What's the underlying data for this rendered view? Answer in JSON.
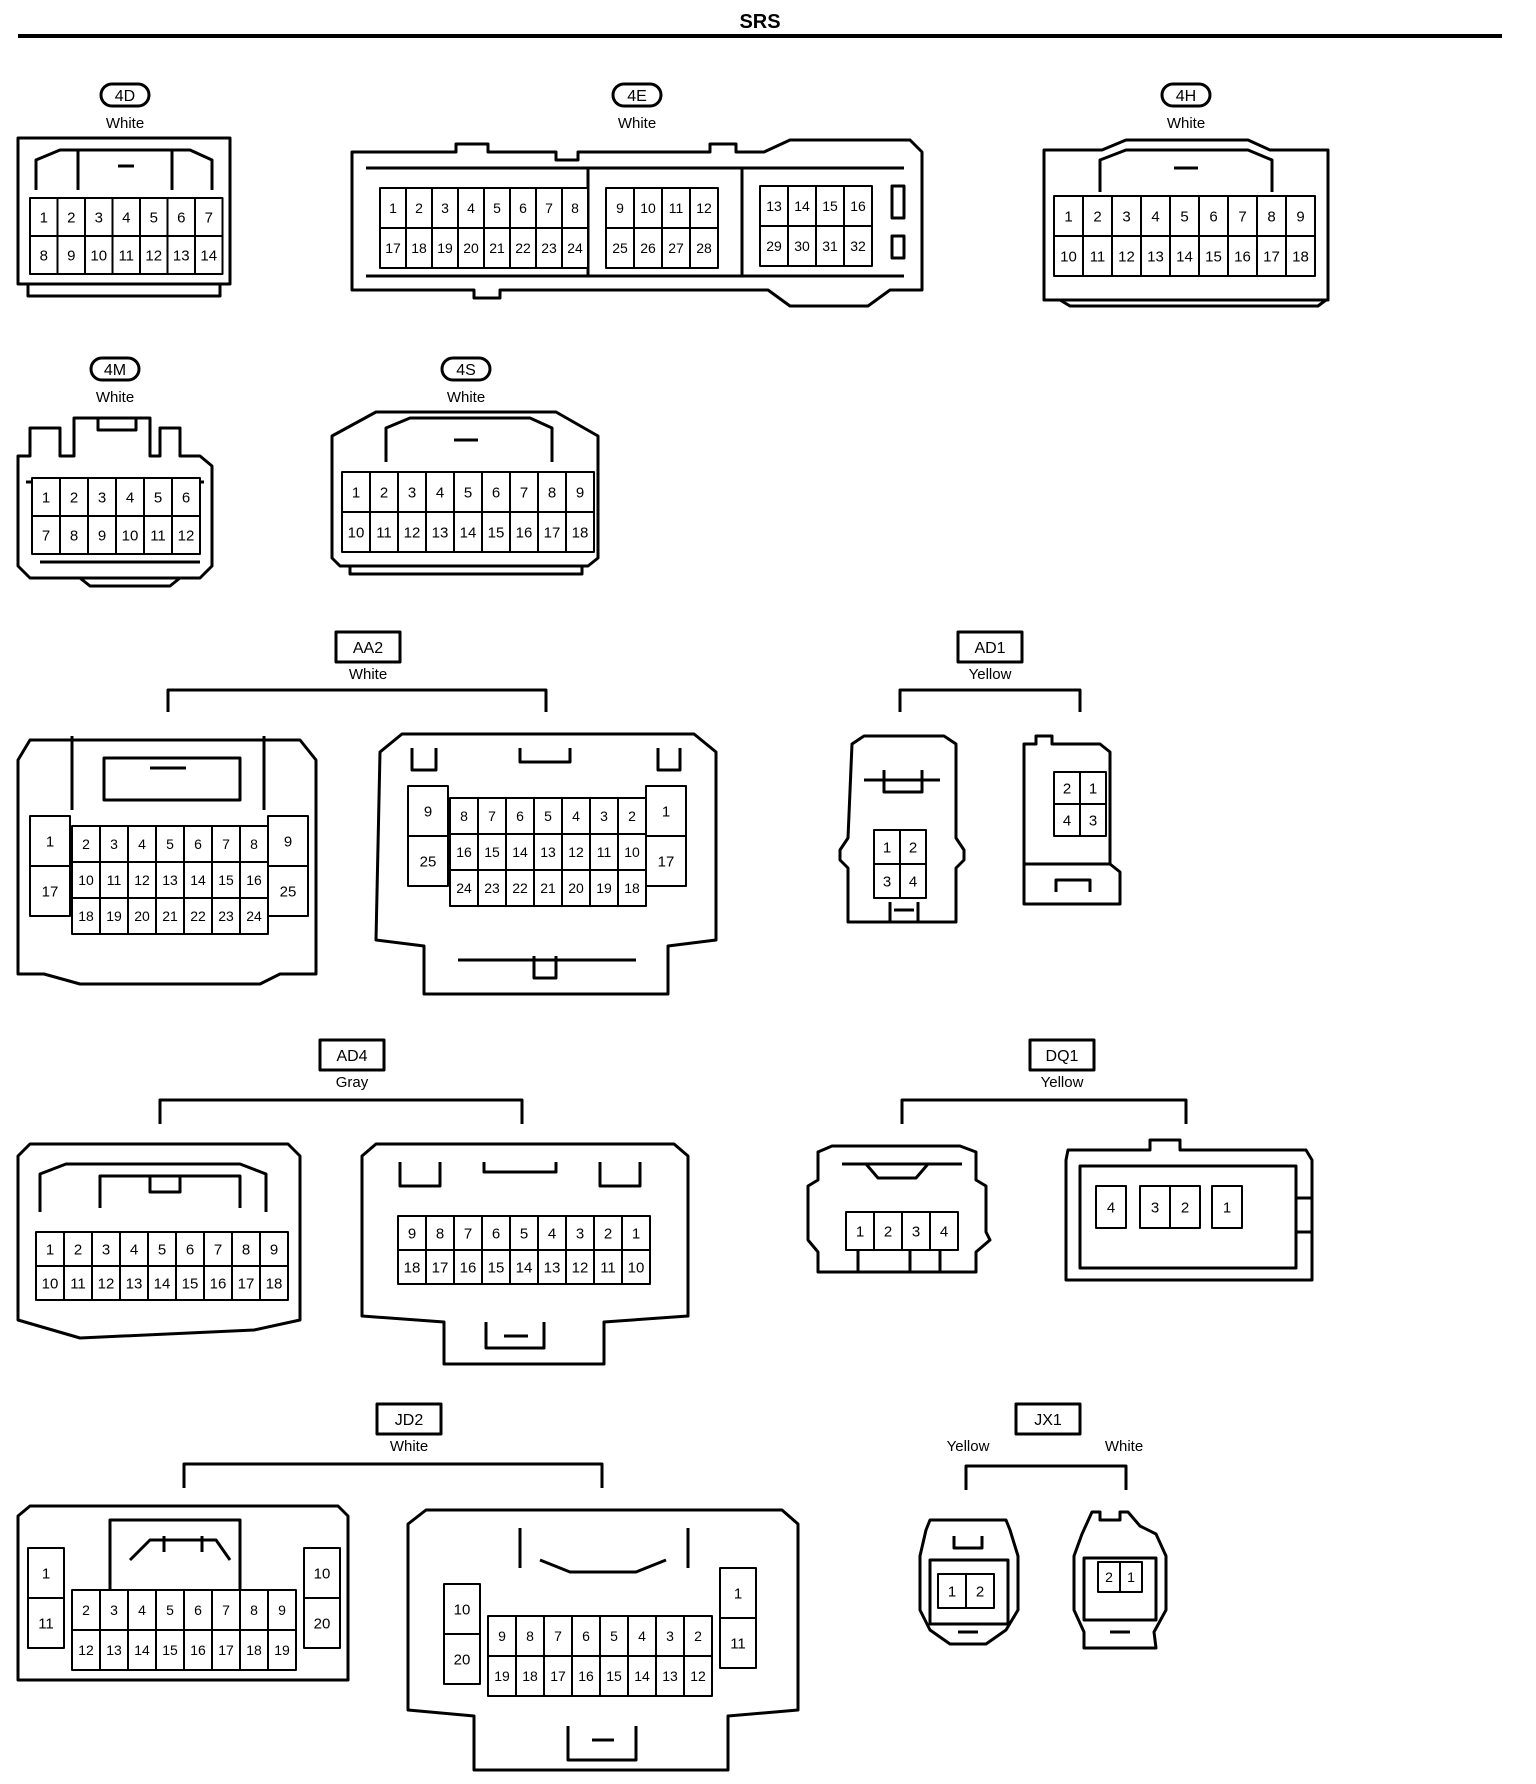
{
  "header": {
    "title": "SRS"
  },
  "connectors": {
    "c4d": {
      "code": "4D",
      "color": "White",
      "top_pins": [
        "1",
        "2",
        "3",
        "4",
        "5",
        "6",
        "7"
      ],
      "bottom_pins": [
        "8",
        "9",
        "10",
        "11",
        "12",
        "13",
        "14"
      ]
    },
    "c4e": {
      "code": "4E",
      "color": "White",
      "block1_top": [
        "1",
        "2",
        "3",
        "4",
        "5",
        "6",
        "7",
        "8"
      ],
      "block1_bottom": [
        "17",
        "18",
        "19",
        "20",
        "21",
        "22",
        "23",
        "24"
      ],
      "block2_top": [
        "9",
        "10",
        "11",
        "12"
      ],
      "block2_bottom": [
        "25",
        "26",
        "27",
        "28"
      ],
      "block3_top": [
        "13",
        "14",
        "15",
        "16"
      ],
      "block3_bottom": [
        "29",
        "30",
        "31",
        "32"
      ]
    },
    "c4h": {
      "code": "4H",
      "color": "White",
      "top_pins": [
        "1",
        "2",
        "3",
        "4",
        "5",
        "6",
        "7",
        "8",
        "9"
      ],
      "bottom_pins": [
        "10",
        "11",
        "12",
        "13",
        "14",
        "15",
        "16",
        "17",
        "18"
      ]
    },
    "c4m": {
      "code": "4M",
      "color": "White",
      "top_pins": [
        "1",
        "2",
        "3",
        "4",
        "5",
        "6"
      ],
      "bottom_pins": [
        "7",
        "8",
        "9",
        "10",
        "11",
        "12"
      ]
    },
    "c4s": {
      "code": "4S",
      "color": "White",
      "top_pins": [
        "1",
        "2",
        "3",
        "4",
        "5",
        "6",
        "7",
        "8",
        "9"
      ],
      "bottom_pins": [
        "10",
        "11",
        "12",
        "13",
        "14",
        "15",
        "16",
        "17",
        "18"
      ]
    },
    "aa2": {
      "code": "AA2",
      "color": "White",
      "left": {
        "side_left": [
          "1",
          "17"
        ],
        "middle_top": [
          "2",
          "3",
          "4",
          "5",
          "6",
          "7",
          "8"
        ],
        "middle_mid": [
          "10",
          "11",
          "12",
          "13",
          "14",
          "15",
          "16"
        ],
        "middle_bottom": [
          "18",
          "19",
          "20",
          "21",
          "22",
          "23",
          "24"
        ],
        "side_right": [
          "9",
          "25"
        ]
      },
      "right": {
        "side_left": [
          "9",
          "25"
        ],
        "middle_top": [
          "8",
          "7",
          "6",
          "5",
          "4",
          "3",
          "2"
        ],
        "middle_mid": [
          "16",
          "15",
          "14",
          "13",
          "12",
          "11",
          "10"
        ],
        "middle_bottom": [
          "24",
          "23",
          "22",
          "21",
          "20",
          "19",
          "18"
        ],
        "side_right": [
          "1",
          "17"
        ]
      }
    },
    "ad1": {
      "code": "AD1",
      "color": "Yellow",
      "left_pins": [
        "1",
        "2",
        "3",
        "4"
      ],
      "right_pins": [
        "2",
        "1",
        "4",
        "3"
      ]
    },
    "ad4": {
      "code": "AD4",
      "color": "Gray",
      "left_top": [
        "1",
        "2",
        "3",
        "4",
        "5",
        "6",
        "7",
        "8",
        "9"
      ],
      "left_bottom": [
        "10",
        "11",
        "12",
        "13",
        "14",
        "15",
        "16",
        "17",
        "18"
      ],
      "right_top": [
        "9",
        "8",
        "7",
        "6",
        "5",
        "4",
        "3",
        "2",
        "1"
      ],
      "right_bottom": [
        "18",
        "17",
        "16",
        "15",
        "14",
        "13",
        "12",
        "11",
        "10"
      ]
    },
    "dq1": {
      "code": "DQ1",
      "color": "Yellow",
      "left_pins": [
        "1",
        "2",
        "3",
        "4"
      ],
      "right_pins": [
        "4",
        "3",
        "2",
        "1"
      ]
    },
    "jd2": {
      "code": "JD2",
      "color": "White",
      "left": {
        "side_left": [
          "1",
          "11"
        ],
        "middle_top": [
          "2",
          "3",
          "4",
          "5",
          "6",
          "7",
          "8",
          "9"
        ],
        "middle_bottom": [
          "12",
          "13",
          "14",
          "15",
          "16",
          "17",
          "18",
          "19"
        ],
        "side_right": [
          "10",
          "20"
        ]
      },
      "right": {
        "side_left": [
          "10",
          "20"
        ],
        "middle_top": [
          "9",
          "8",
          "7",
          "6",
          "5",
          "4",
          "3",
          "2"
        ],
        "middle_bottom": [
          "19",
          "18",
          "17",
          "16",
          "15",
          "14",
          "13",
          "12"
        ],
        "side_right": [
          "1",
          "11"
        ]
      }
    },
    "jx1": {
      "code": "JX1",
      "left_color": "Yellow",
      "right_color": "White",
      "left_pins": [
        "1",
        "2"
      ],
      "right_pins": [
        "2",
        "1"
      ]
    }
  }
}
